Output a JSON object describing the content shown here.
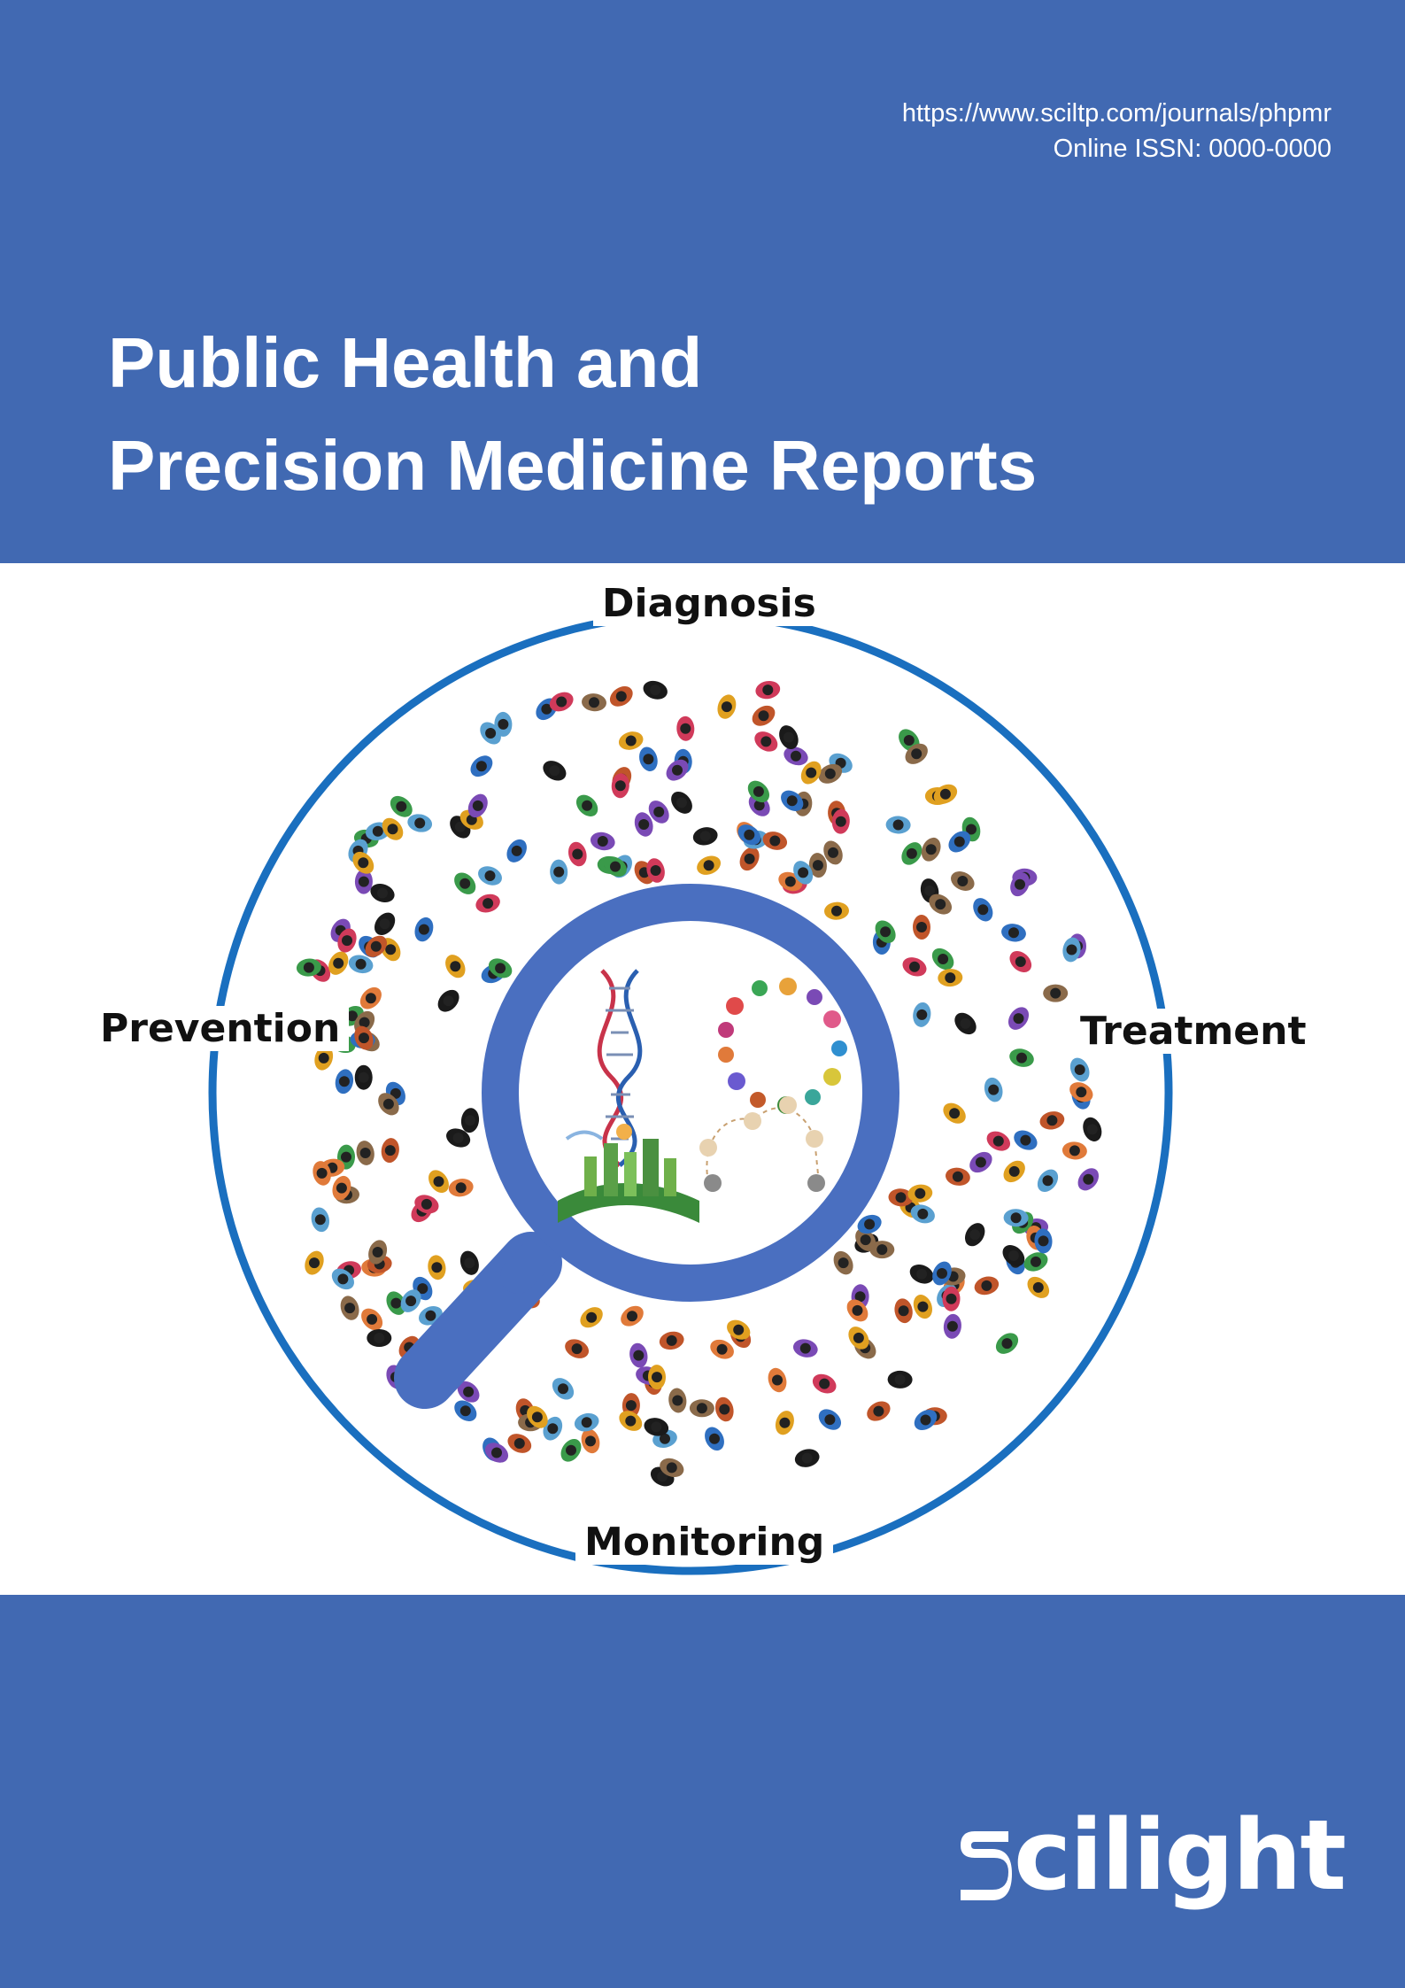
{
  "header": {
    "url": "https://www.sciltp.com/journals/phpmr",
    "issn": "Online ISSN: 0000-0000",
    "title_line1": "Public Health and",
    "title_line2": "Precision Medicine Reports"
  },
  "cycle": {
    "top": "Diagnosis",
    "left": "Prevention",
    "right": "Treatment",
    "bottom": "Monitoring"
  },
  "illustration": {
    "subject": "crowd of people seen from above with magnifying glass",
    "lens_icons": [
      "dna-icon",
      "microbes-icon",
      "green-city-icon",
      "lifecycle-icon"
    ]
  },
  "publisher": {
    "name": "cilight",
    "logo_icon": "scilight-s-mark"
  },
  "colors": {
    "band": "#4169b2",
    "ring": "#1a6fbf",
    "lens": "#4a6fc0"
  }
}
